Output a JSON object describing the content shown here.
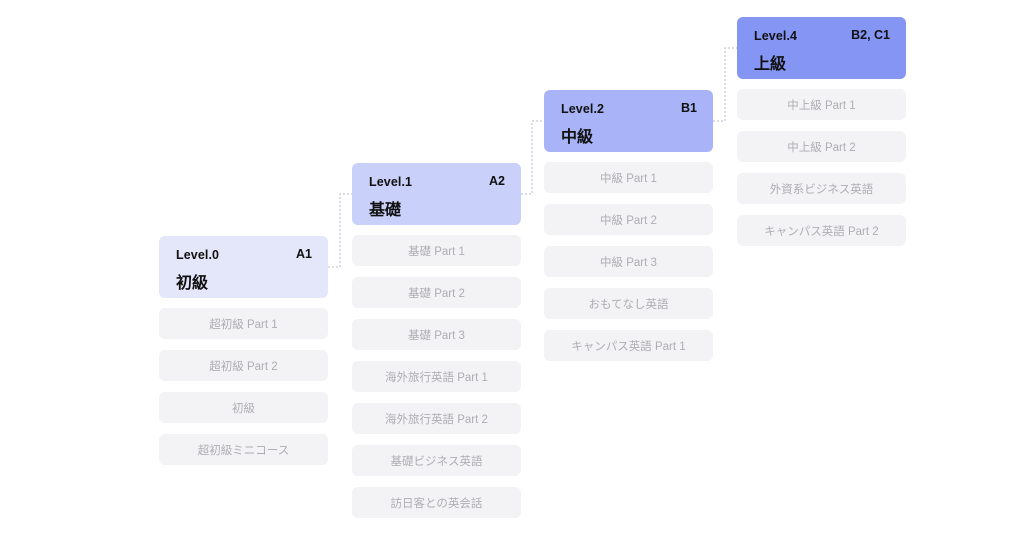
{
  "levels": [
    {
      "label": "Level.0",
      "cefr": "A1",
      "title": "初級",
      "color": "#E4E6FA",
      "courses": [
        "超初級 Part 1",
        "超初級 Part 2",
        "初級",
        "超初級ミニコース"
      ]
    },
    {
      "label": "Level.1",
      "cefr": "A2",
      "title": "基礎",
      "color": "#C9D0F9",
      "courses": [
        "基礎 Part 1",
        "基礎 Part 2",
        "基礎 Part 3",
        "海外旅行英語 Part 1",
        "海外旅行英語 Part 2",
        "基礎ビジネス英語",
        "訪日客との英会話"
      ]
    },
    {
      "label": "Level.2",
      "cefr": "B1",
      "title": "中級",
      "color": "#A8B4F7",
      "courses": [
        "中級 Part 1",
        "中級 Part 2",
        "中級 Part 3",
        "おもてなし英語",
        "キャンパス英語 Part 1"
      ]
    },
    {
      "label": "Level.4",
      "cefr": "B2, C1",
      "title": "上級",
      "color": "#8595F4",
      "courses": [
        "中上級 Part 1",
        "中上級 Part 2",
        "外資系ビジネス英語",
        "キャンパス英語 Part 2"
      ]
    }
  ],
  "colors": {
    "course_bg": "#F3F3F5",
    "course_text": "#AEAEB3",
    "connector": "#B4BACF",
    "header_text": "#111111"
  }
}
